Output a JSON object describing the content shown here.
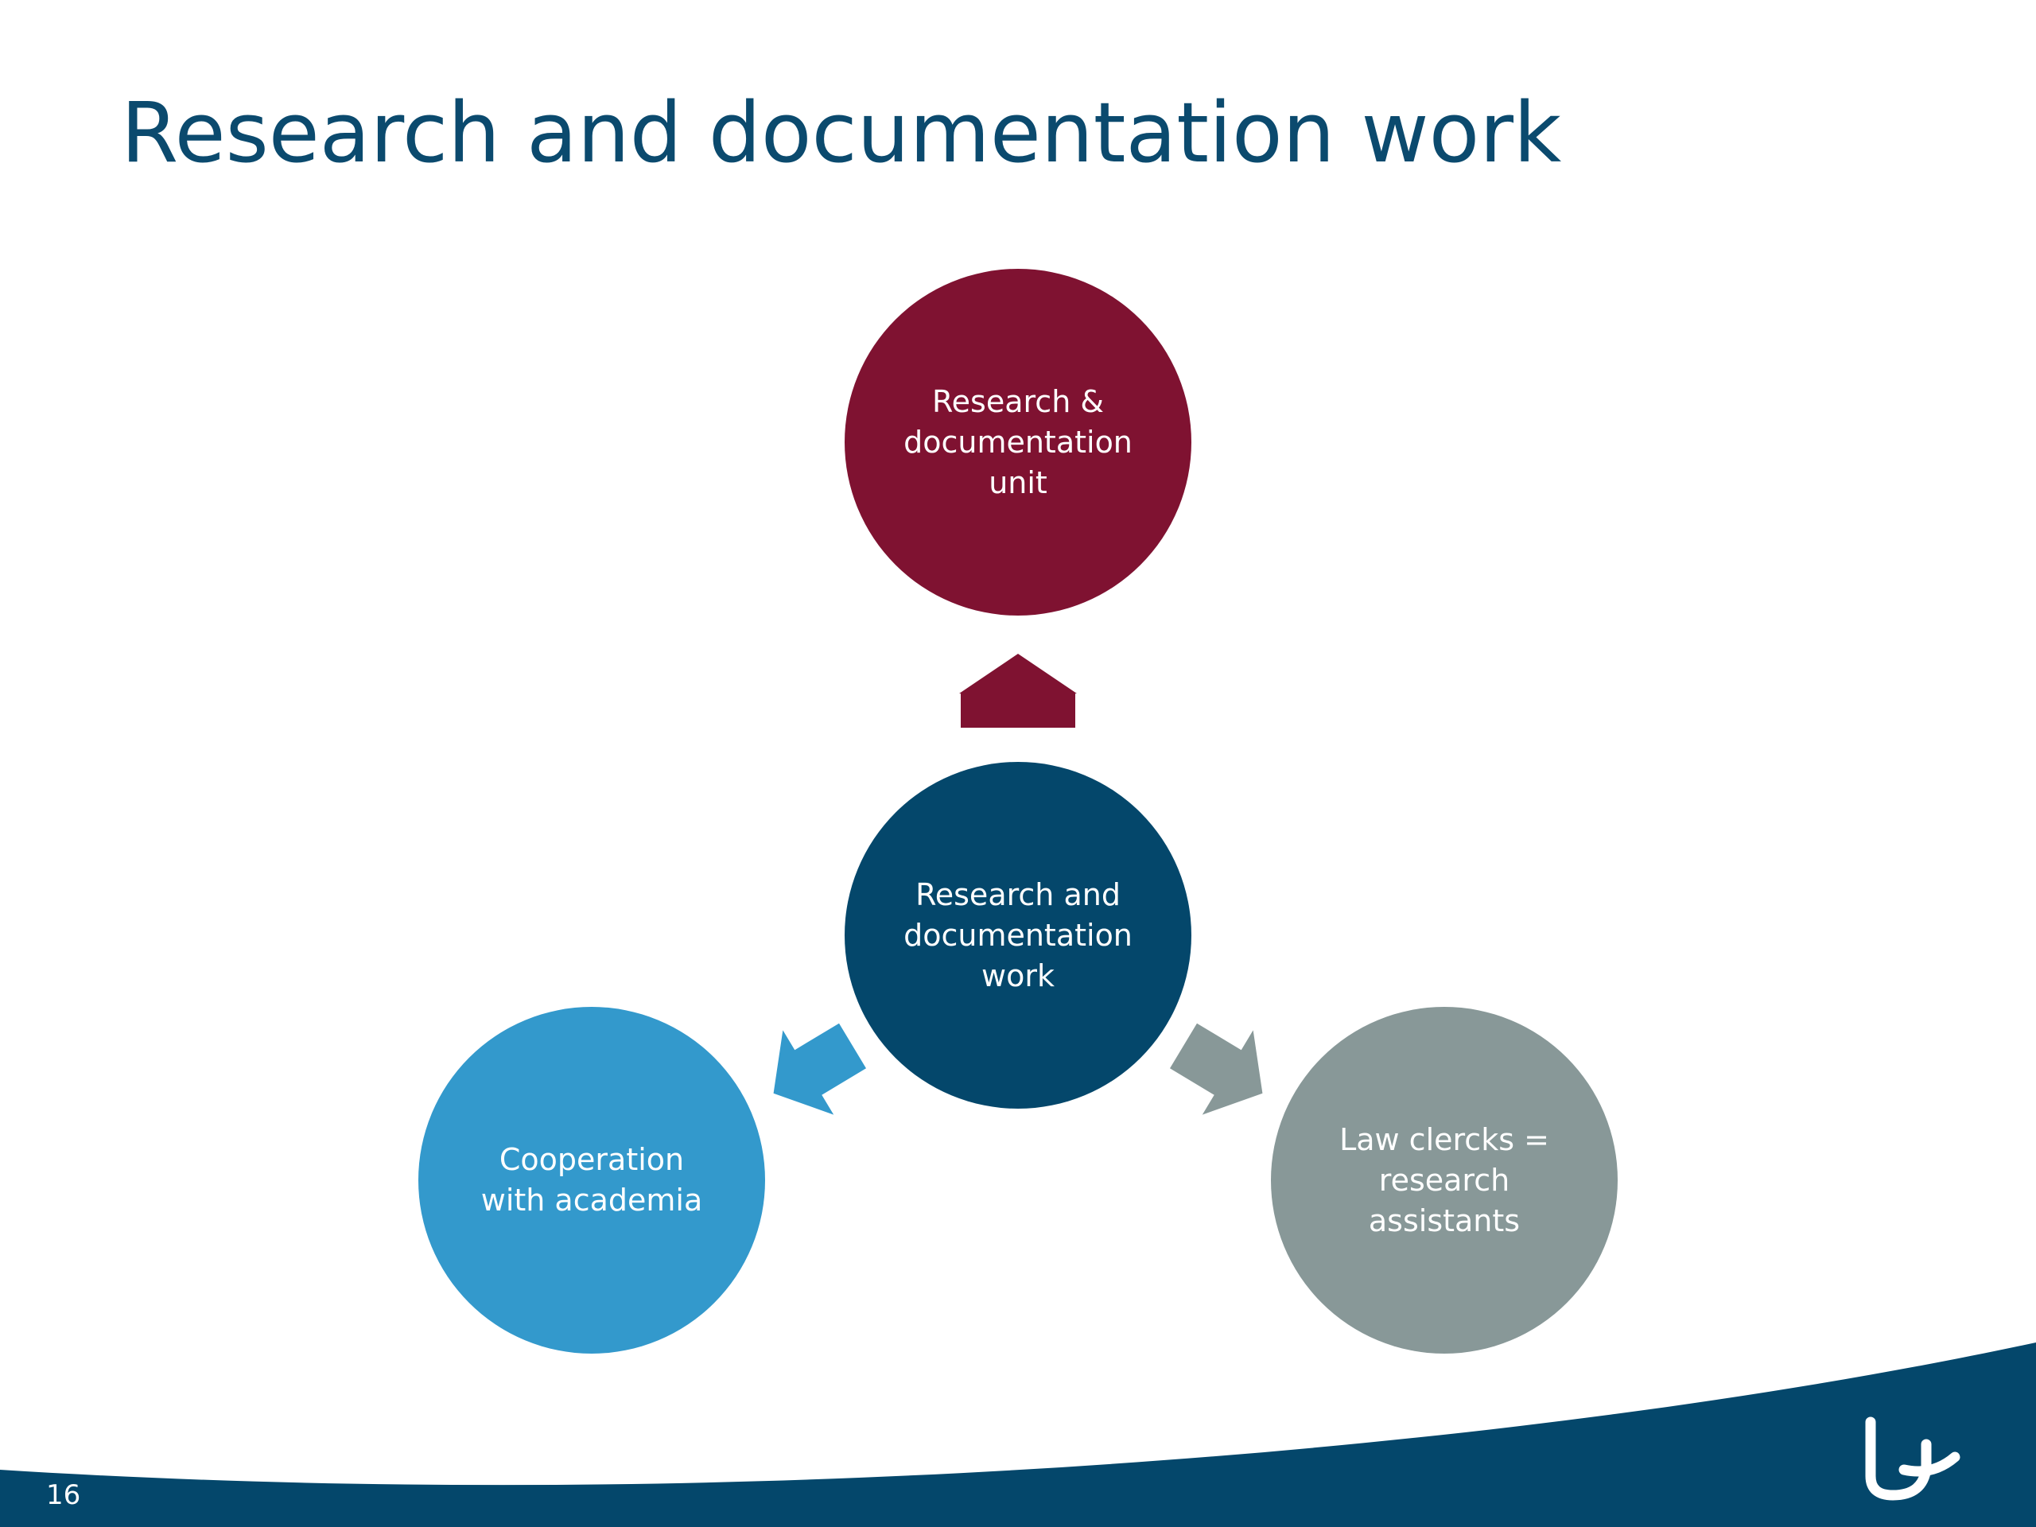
{
  "slide": {
    "title": "Research and documentation work",
    "page_number": "16"
  },
  "nodes": {
    "top": {
      "label": "Research &\ndocumentation\nunit",
      "color": "#7f1231"
    },
    "center": {
      "label": "Research and\ndocumentation\nwork",
      "color": "#04476b"
    },
    "left": {
      "label": "Cooperation\nwith academia",
      "color": "#3399cc"
    },
    "right": {
      "label": "Law clercks =\nresearch\nassistants",
      "color": "#889898"
    }
  },
  "arrows": {
    "up": {
      "icon": "arrow-up-icon",
      "color": "#7f1231"
    },
    "down_left": {
      "icon": "arrow-down-left-icon",
      "color": "#3399cc"
    },
    "down_right": {
      "icon": "arrow-down-right-icon",
      "color": "#889898"
    }
  },
  "footer": {
    "band_color": "#04476b",
    "logo_icon": "court-logo-icon"
  }
}
